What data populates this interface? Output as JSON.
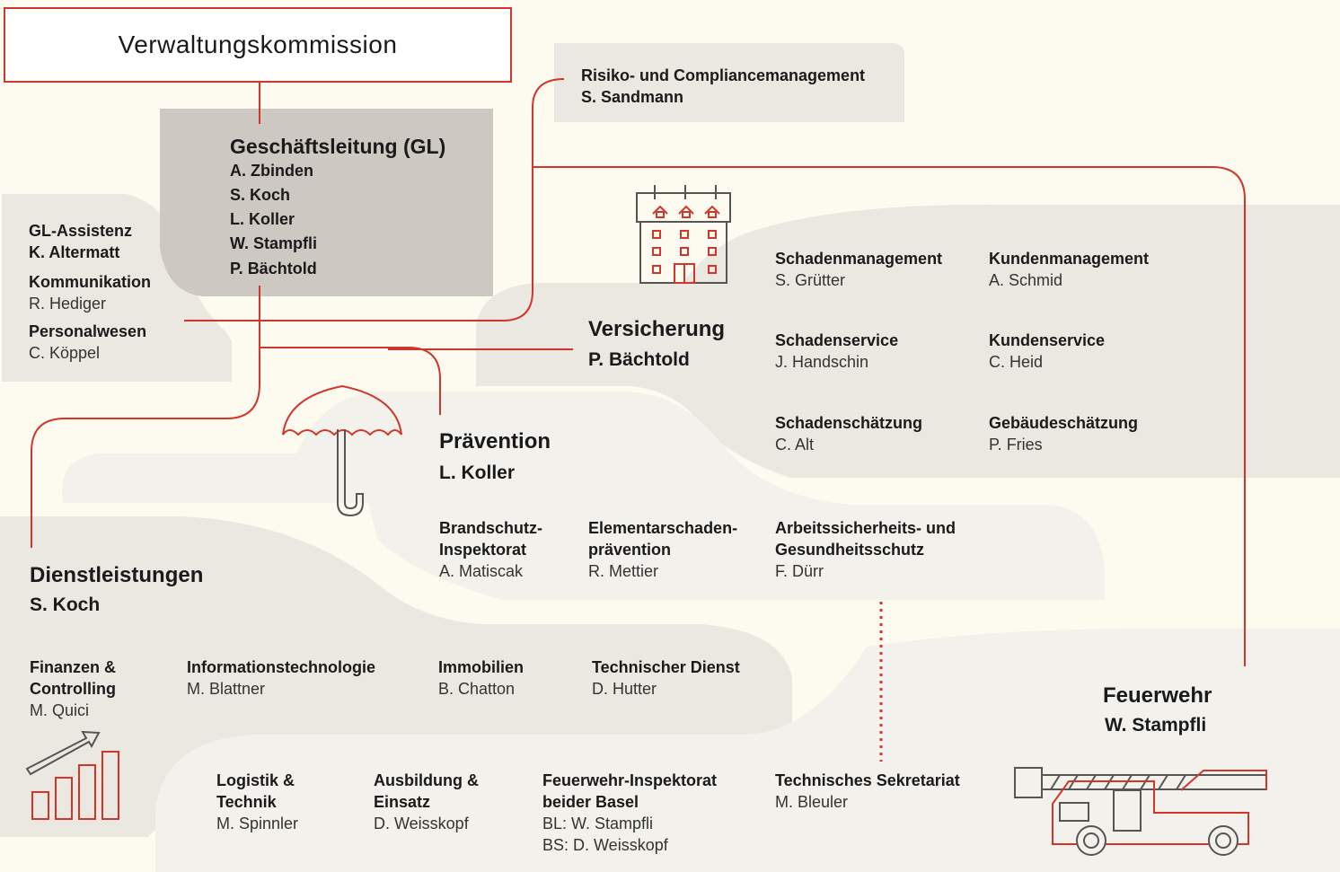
{
  "title": "Verwaltungskommission",
  "risk": {
    "title": "Risiko- und Compliancemanagement",
    "person": "S. Sandmann"
  },
  "gl": {
    "title": "Geschäftsleitung (GL)",
    "members": [
      "A. Zbinden",
      "S. Koch",
      "L. Koller",
      "W. Stampfli",
      "P. Bächtold"
    ]
  },
  "staff": [
    {
      "title": "GL-Assistenz",
      "person": "K. Altermatt"
    },
    {
      "title": "Kommunikation",
      "person": "R. Hediger"
    },
    {
      "title": "Personalwesen",
      "person": "C. Köppel"
    }
  ],
  "versicherung": {
    "title": "Versicherung",
    "head": "P. Bächtold",
    "units": [
      {
        "title": "Schadenmanagement",
        "person": "S. Grütter"
      },
      {
        "title": "Kundenmanagement",
        "person": "A. Schmid"
      },
      {
        "title": "Schadenservice",
        "person": "J. Handschin"
      },
      {
        "title": "Kundenservice",
        "person": "C. Heid"
      },
      {
        "title": "Schadenschätzung",
        "person": "C. Alt"
      },
      {
        "title": "Gebäudeschätzung",
        "person": "P. Fries"
      }
    ]
  },
  "praevention": {
    "title": "Prävention",
    "head": "L. Koller",
    "units": [
      {
        "title1": "Brandschutz-",
        "title2": "Inspektorat",
        "person": "A. Matiscak"
      },
      {
        "title1": "Elementarschaden-",
        "title2": "prävention",
        "person": "R. Mettier"
      },
      {
        "title1": "Arbeitssicherheits- und",
        "title2": "Gesundheitsschutz",
        "person": "F. Dürr"
      }
    ]
  },
  "dienstleistungen": {
    "title": "Dienstleistungen",
    "head": "S. Koch",
    "units": [
      {
        "title1": "Finanzen &",
        "title2": "Controlling",
        "person": "M. Quici"
      },
      {
        "title1": "Informationstechnologie",
        "title2": "",
        "person": "M. Blattner"
      },
      {
        "title1": "Immobilien",
        "title2": "",
        "person": "B. Chatton"
      },
      {
        "title1": "Technischer Dienst",
        "title2": "",
        "person": "D. Hutter"
      }
    ]
  },
  "feuerwehr": {
    "title": "Feuerwehr",
    "head": "W. Stampfli",
    "units": [
      {
        "title1": "Logistik &",
        "title2": "Technik",
        "person": "M. Spinnler"
      },
      {
        "title1": "Ausbildung &",
        "title2": "Einsatz",
        "person": "D. Weisskopf"
      },
      {
        "title1": "Feuerwehr-Inspektorat",
        "title2": "beider Basel",
        "person": "BL:  W. Stampfli",
        "person2": "BS:  D. Weisskopf"
      },
      {
        "title1": "Technisches Sekretariat",
        "title2": "",
        "person": "M. Bleuler"
      }
    ]
  },
  "colors": {
    "accent": "#d2362b",
    "gl_bg": "#cdc8c2",
    "region": "#ebe8e1",
    "page": "#fdfbf0"
  },
  "icons": [
    "building-icon",
    "umbrella-icon",
    "bar-chart-icon",
    "fire-truck-icon"
  ]
}
